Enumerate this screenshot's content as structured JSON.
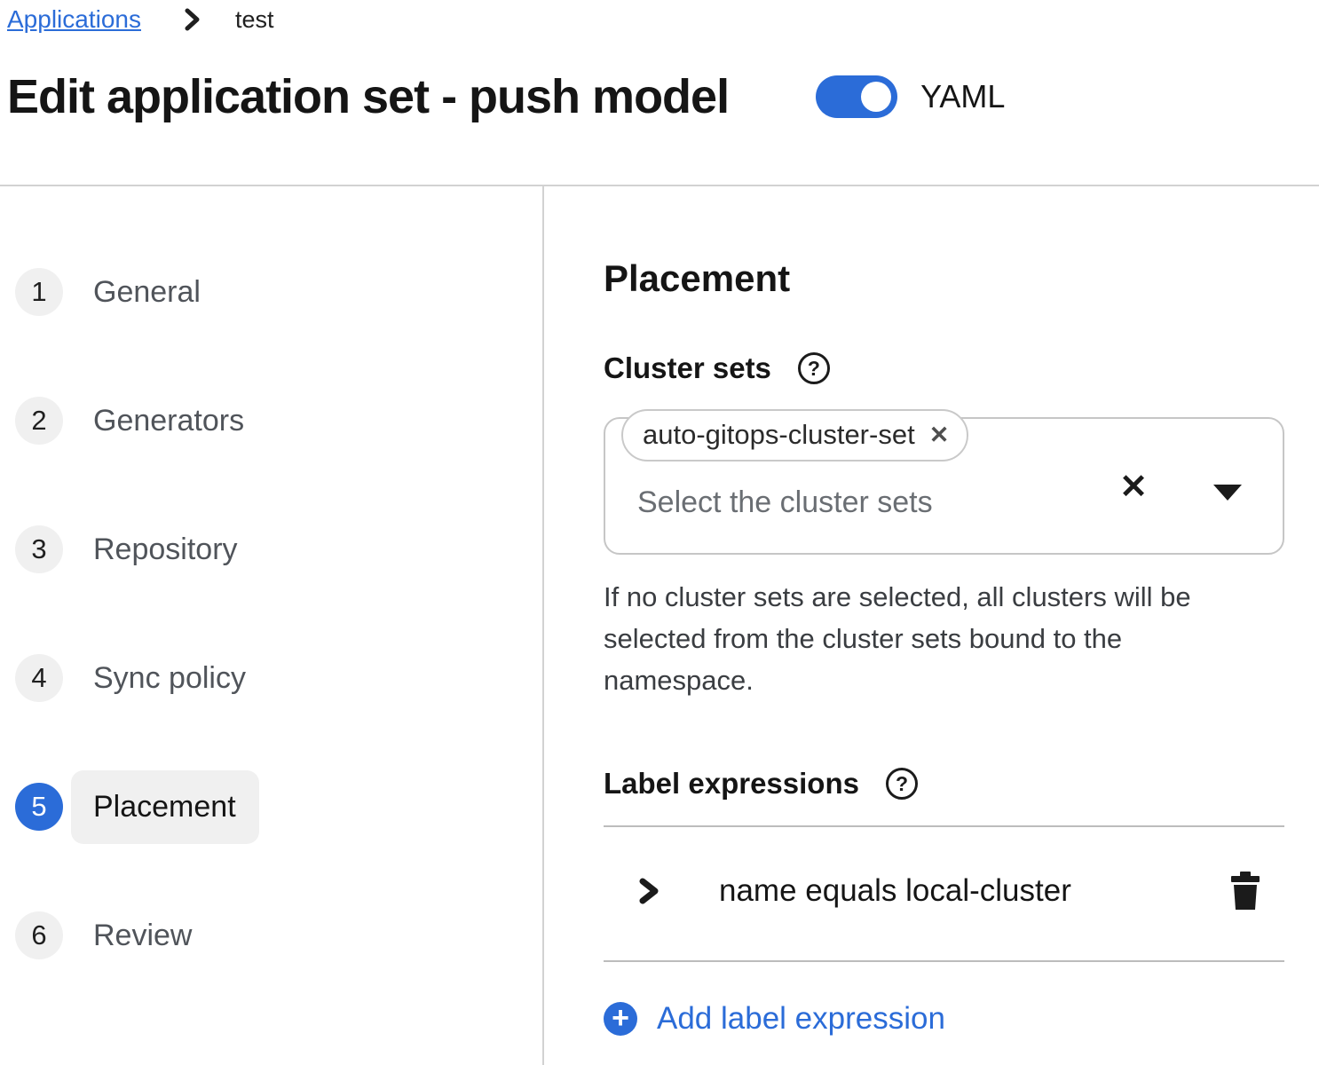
{
  "colors": {
    "accent": "#2b6cd8",
    "step_badge_bg": "#f0f0f0",
    "divider": "#d2d2d2",
    "section_divider": "#bcbcbc",
    "text_dark": "#151515",
    "text_gray": "#50545a",
    "placeholder_gray": "#6a6e73",
    "helper_text": "#3a3d41",
    "input_border": "#c6c6c6"
  },
  "breadcrumb": {
    "link": "Applications",
    "current": "test"
  },
  "header": {
    "title": "Edit application set - push model",
    "yaml_toggle_label": "YAML",
    "yaml_toggle_state": "on"
  },
  "wizard_steps": [
    {
      "num": "1",
      "label": "General"
    },
    {
      "num": "2",
      "label": "Generators"
    },
    {
      "num": "3",
      "label": "Repository"
    },
    {
      "num": "4",
      "label": "Sync policy"
    },
    {
      "num": "5",
      "label": "Placement",
      "active": true
    },
    {
      "num": "6",
      "label": "Review"
    }
  ],
  "placement": {
    "heading": "Placement",
    "cluster_sets": {
      "label": "Cluster sets",
      "help_icon_glyph": "?",
      "selected_chips": [
        "auto-gitops-cluster-set"
      ],
      "chip_remove_glyph": "✕",
      "placeholder": "Select the cluster sets",
      "clear_glyph": "✕",
      "caret_icon": "caret-down",
      "helper_text": "If no cluster sets are selected, all clusters will be selected from the cluster sets bound to the namespace."
    },
    "label_expressions": {
      "label": "Label expressions",
      "help_icon_glyph": "?",
      "expressions": [
        {
          "summary": "name equals local-cluster"
        }
      ],
      "add_button_label": "Add label expression",
      "add_icon_glyph": "+"
    }
  }
}
